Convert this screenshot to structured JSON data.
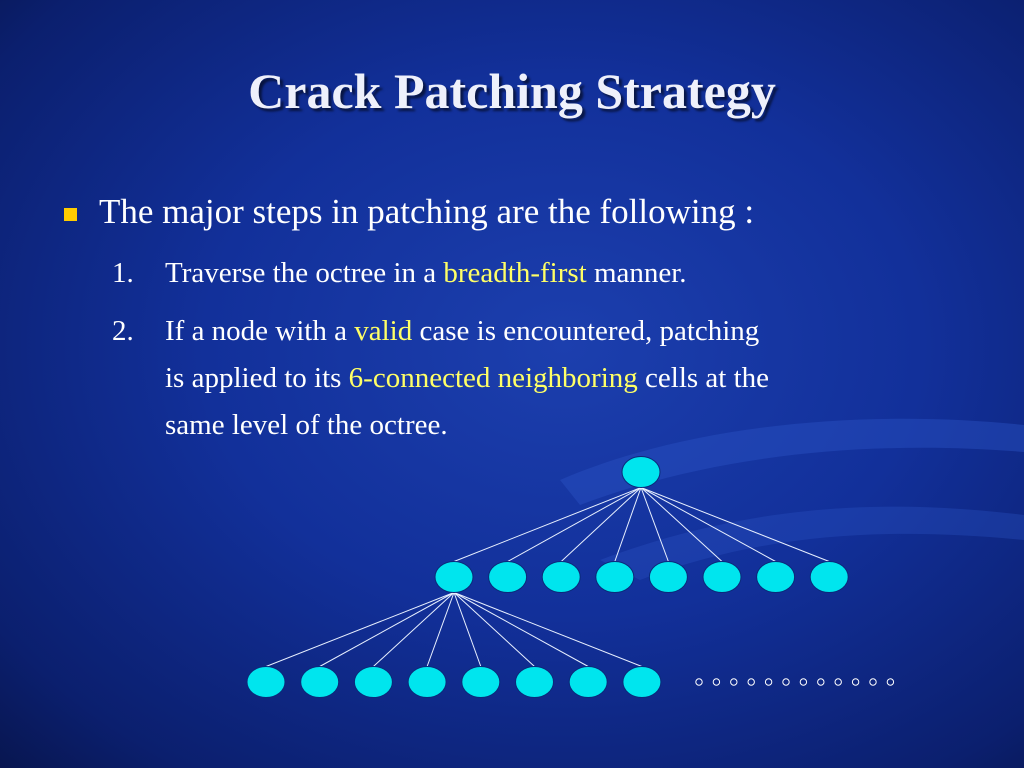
{
  "title": "Crack Patching Strategy",
  "bullet": "The major steps in patching are the following :",
  "steps": [
    {
      "num": "1.",
      "t1": "Traverse the octree in a ",
      "h1": "breadth-first",
      "t2": " manner."
    },
    {
      "num": "2.",
      "t1": "If  a node with a ",
      "h1": "valid",
      "t2": " case is encountered, patching",
      "t3": "is applied to its ",
      "h2": "6-connected neighboring",
      "t4": " cells at the",
      "t5": "same level of  the octree."
    }
  ],
  "tree": {
    "root_count": 1,
    "level1_count": 8,
    "level2_count": 8,
    "continuation_dots": 12
  },
  "colors": {
    "node": "#00e5ee",
    "highlight": "#ffff66",
    "bullet": "#ffcc00",
    "text": "#ffffff"
  }
}
